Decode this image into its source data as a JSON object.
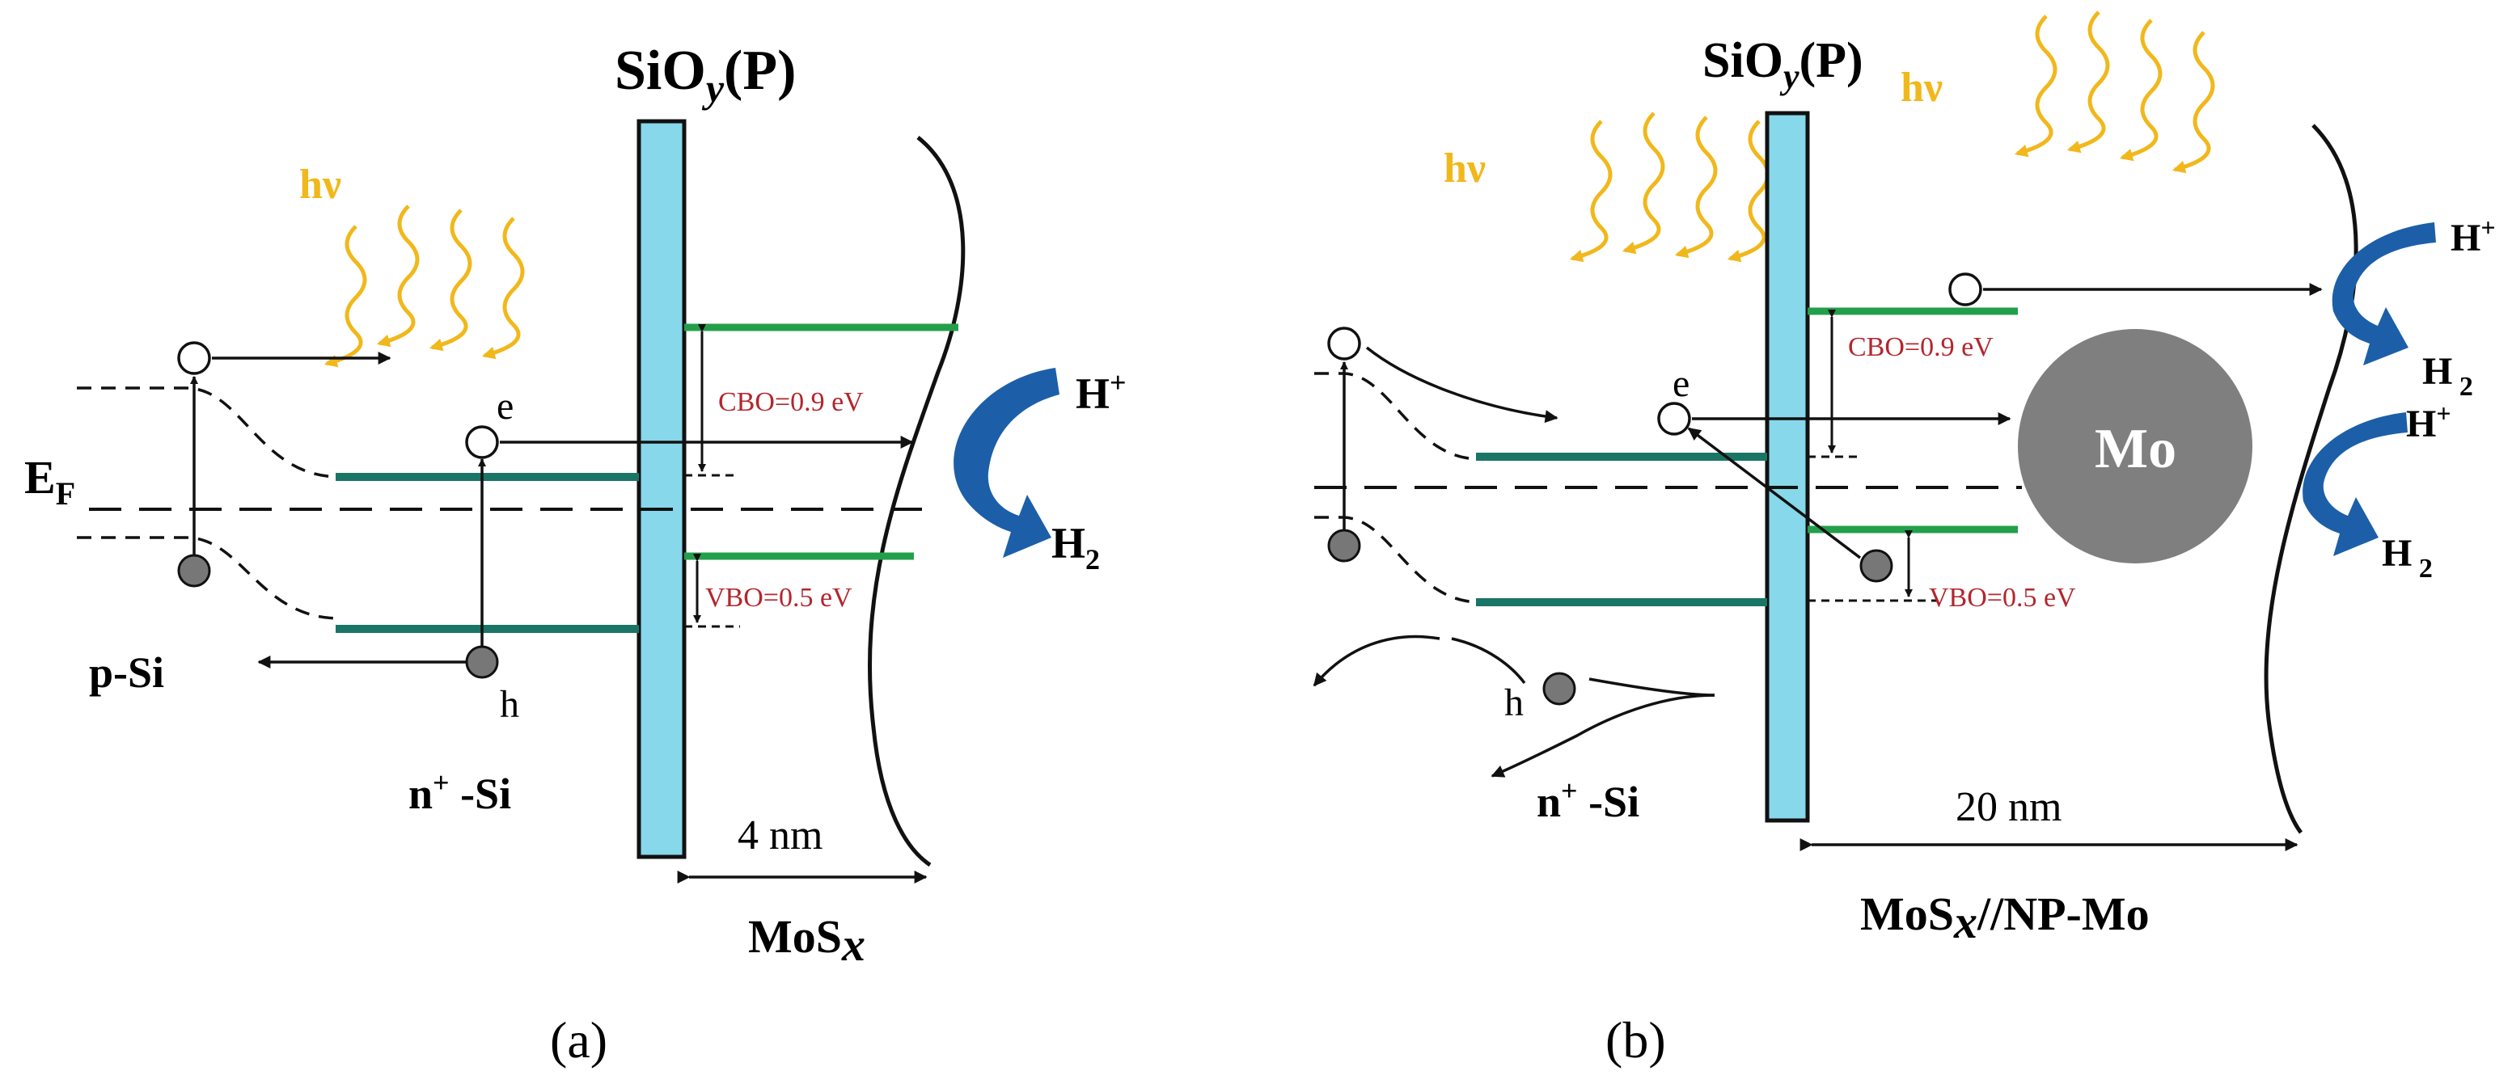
{
  "panel_a": {
    "caption": "(a)",
    "oxide_label": {
      "main": "SiO",
      "sub": "y",
      "suffix": "(P)"
    },
    "photon_label": "hν",
    "fermi_label": {
      "main": "E",
      "sub": "F"
    },
    "p_si_label": "p-Si",
    "n_si_label": {
      "main": "n",
      "sup": "+",
      "suffix": " -Si"
    },
    "electron_label": "e",
    "hole_label": "h",
    "cbo_label": "CBO=0.9 eV",
    "vbo_label": "VBO=0.5 eV",
    "proton_label": {
      "main": "H",
      "sup": "+"
    },
    "hydrogen_label": {
      "main": "H",
      "sub": "2"
    },
    "thickness_label": "4 nm",
    "cocatalyst_label": {
      "main": "MoS",
      "sub": "x"
    }
  },
  "panel_b": {
    "caption": "(b)",
    "oxide_label": {
      "main": "SiO",
      "sub": "y",
      "suffix": "(P)"
    },
    "photon_label_left": "hν",
    "photon_label_right": "hν",
    "n_si_label": {
      "main": "n",
      "sup": "+",
      "suffix": " -Si"
    },
    "electron_label": "e",
    "hole_label": "h",
    "cbo_label": "CBO=0.9 eV",
    "vbo_label": "VBO=0.5 eV",
    "particle_label": "Mo",
    "proton_label_top": {
      "main": "H",
      "sup": "+"
    },
    "hydrogen_label_top": {
      "main": "H",
      "sub": " 2"
    },
    "proton_label_bottom": {
      "main": "H",
      "sup": "+"
    },
    "hydrogen_label_bottom": {
      "main": "H",
      "sub": " 2"
    },
    "thickness_label": "20 nm",
    "cocatalyst_label": {
      "main": "MoS",
      "sub": "x",
      "suffix": "//NP-Mo"
    }
  },
  "colors": {
    "oxide": "#86d8ea",
    "band": "#1a7566",
    "band_light": "#239f4b",
    "sun": "#f1b81c",
    "arrow_blue": "#1c5fa8",
    "particle": "#7f7f7f",
    "offset_text": "#b3262e"
  }
}
